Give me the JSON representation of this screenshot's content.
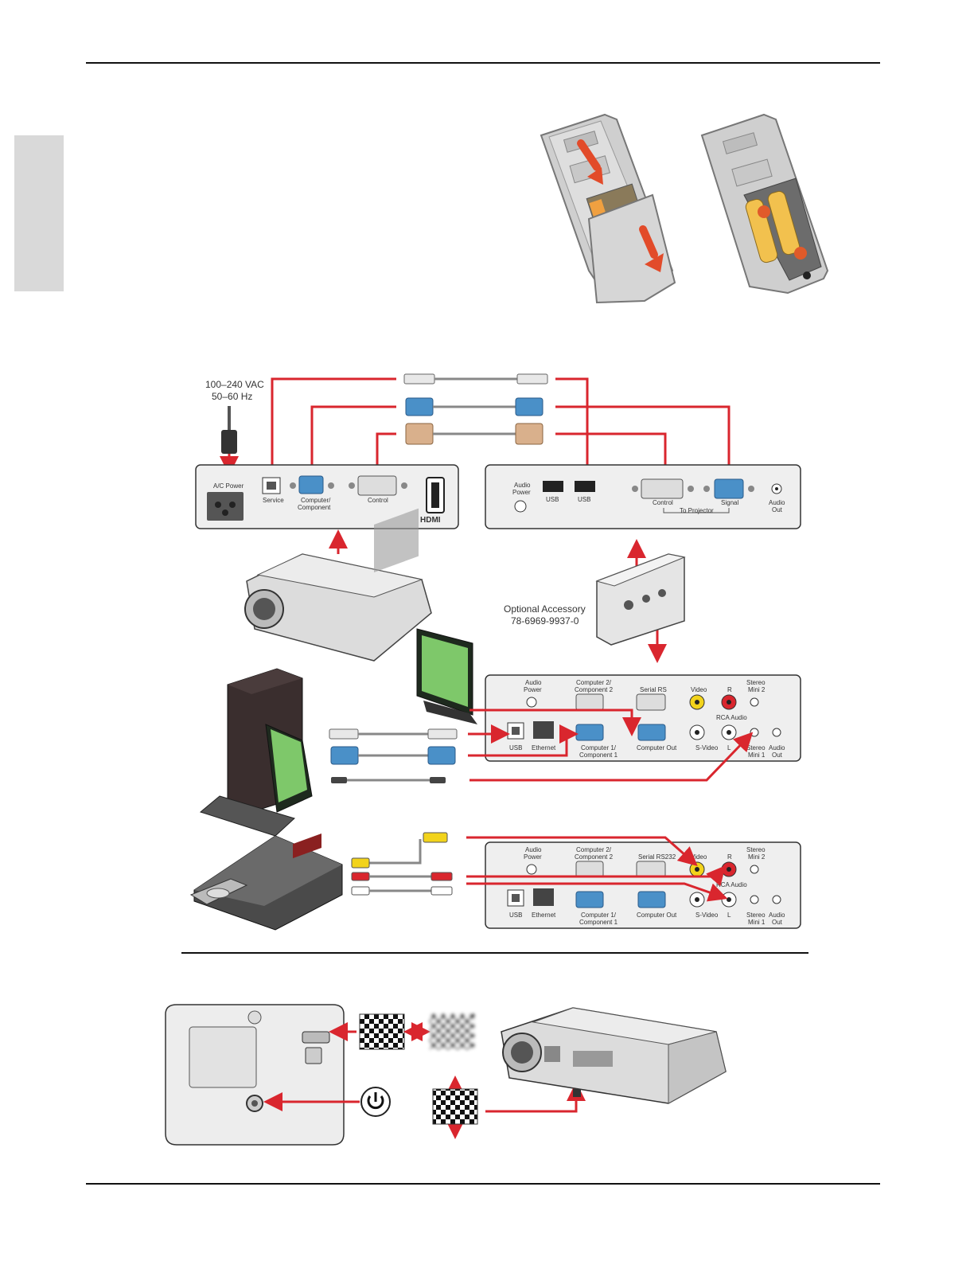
{
  "power": {
    "spec_line1": "100–240 VAC",
    "spec_line2": "50–60 Hz"
  },
  "projector_panel": {
    "ac_power": "A/C Power",
    "service": "Service",
    "computer_line1": "Computer/",
    "computer_line2": "Component",
    "control": "Control",
    "hdmi": "HDMI"
  },
  "dock_top_panel": {
    "audio_power_line1": "Audio",
    "audio_power_line2": "Power",
    "usb_a": "USB",
    "usb_b": "USB",
    "control": "Control",
    "signal": "Signal",
    "to_projector": "To Projector",
    "audio_out_line1": "Audio",
    "audio_out_line2": "Out"
  },
  "accessory": {
    "line1": "Optional Accessory",
    "line2": "78-6969-9937-0"
  },
  "dock_panel_1": {
    "audio_power_line1": "Audio",
    "audio_power_line2": "Power",
    "computer2_line1": "Computer 2/",
    "computer2_line2": "Component 2",
    "serial": "Serial RS",
    "video": "Video",
    "r": "R",
    "stereo_mini2_line1": "Stereo",
    "stereo_mini2_line2": "Mini 2",
    "usb": "USB",
    "ethernet": "Ethernet",
    "computer1_line1": "Computer 1/",
    "computer1_line2": "Component 1",
    "computer_out": "Computer Out",
    "rca_audio": "RCA Audio",
    "svideo": "S-Video",
    "l": "L",
    "stereo_mini1_line1": "Stereo",
    "stereo_mini1_line2": "Mini 1",
    "audio_out_line1": "Audio",
    "audio_out_line2": "Out"
  },
  "dock_panel_2": {
    "audio_power_line1": "Audio",
    "audio_power_line2": "Power",
    "computer2_line1": "Computer 2/",
    "computer2_line2": "Component 2",
    "serial": "Serial RS232",
    "video": "Video",
    "r": "R",
    "stereo_mini2_line1": "Stereo",
    "stereo_mini2_line2": "Mini 2",
    "usb": "USB",
    "ethernet": "Ethernet",
    "computer1_line1": "Computer 1/",
    "computer1_line2": "Component 1",
    "computer_out": "Computer Out",
    "rca_audio": "RCA Audio",
    "svideo": "S-Video",
    "l": "L",
    "stereo_mini1_line1": "Stereo",
    "stereo_mini1_line2": "Mini 1",
    "audio_out_line1": "Audio",
    "audio_out_line2": "Out"
  },
  "colors": {
    "arrow": "#d9262e",
    "vga": "#4a90c8",
    "control_cable": "#d9b08c",
    "panel": "#efefef"
  }
}
